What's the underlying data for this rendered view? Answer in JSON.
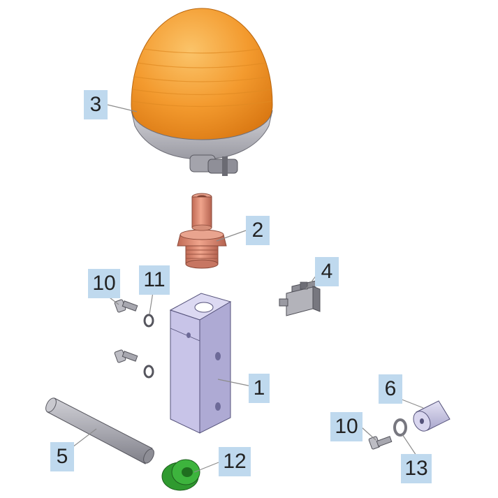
{
  "callouts": {
    "c1": "1",
    "c2": "2",
    "c3": "3",
    "c4": "4",
    "c5": "5",
    "c6": "6",
    "c10a": "10",
    "c10b": "10",
    "c11": "11",
    "c12": "12",
    "c13": "13"
  },
  "colors": {
    "lamp_dome": "#f39a2e",
    "lamp_base": "#b9b9c0",
    "pipe": "#d7856d",
    "bracket": "#c8c4e8",
    "gasket": "#3db43d",
    "callout_bg": "#bfd9ee",
    "leader": "#8c8c8c"
  }
}
